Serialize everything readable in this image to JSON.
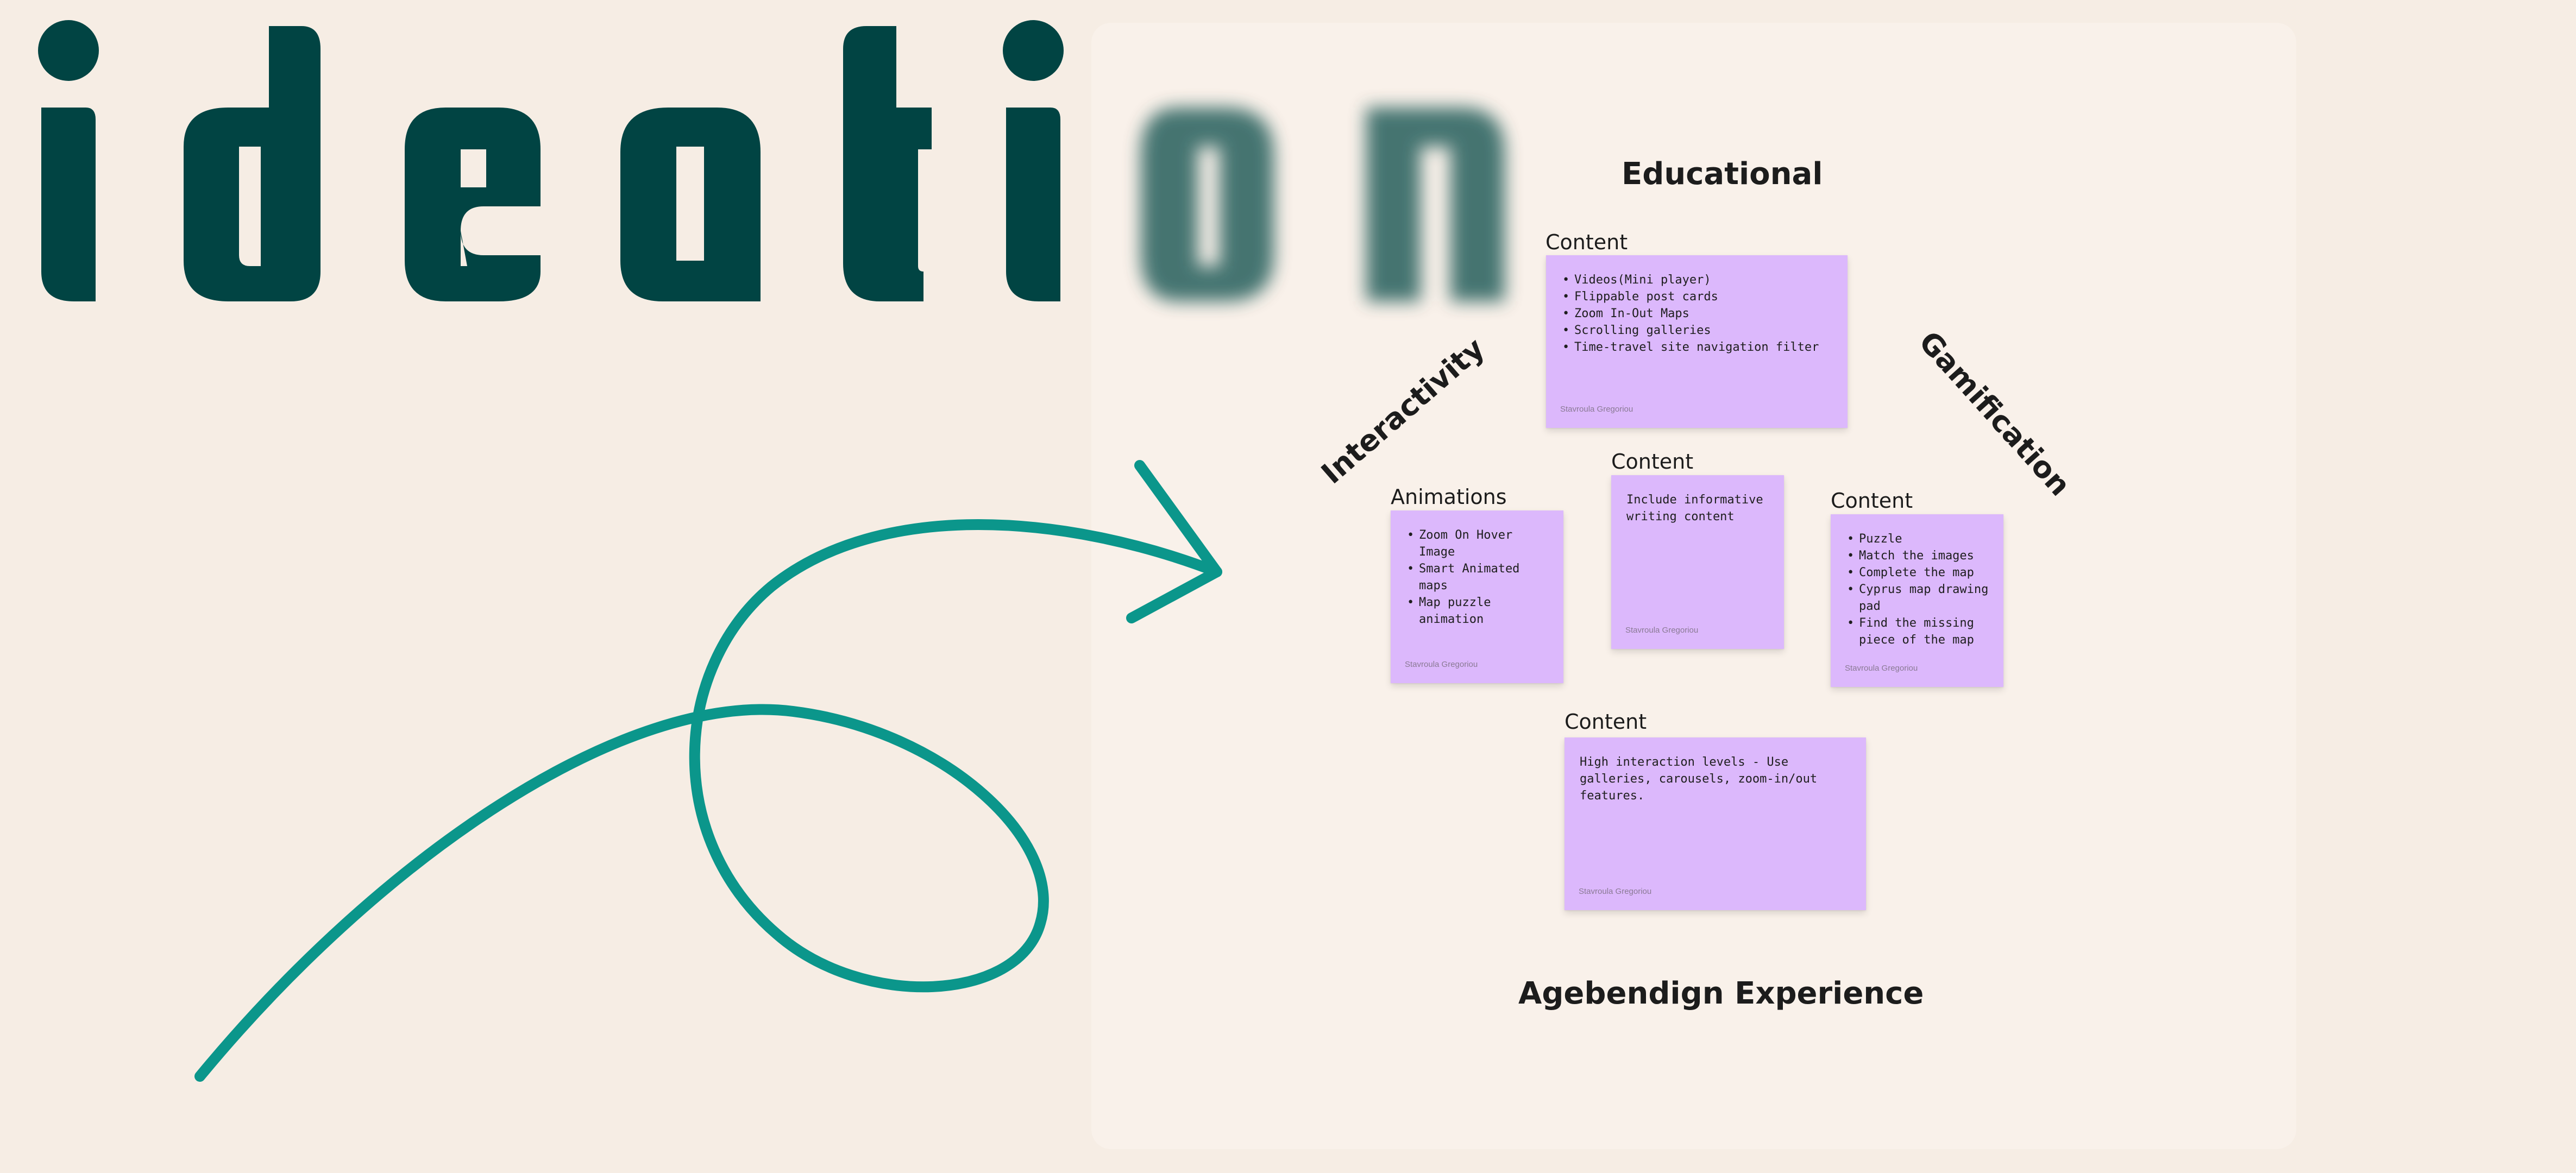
{
  "colors": {
    "page_background": "#f6ede4",
    "board_background": "#f9f1ea",
    "title_letters": "#014443",
    "arrow": "#0b968b",
    "sticky": "#dcb8fc"
  },
  "title": {
    "text": "ideation",
    "letters": [
      "i",
      "d",
      "e",
      "a",
      "t",
      "i",
      "o",
      "n"
    ]
  },
  "headings": {
    "educational": "Educational",
    "interactivity": "Interactivity",
    "gamification": "Gamification",
    "bottom": "Agebendign Experience"
  },
  "stickies": {
    "educational": {
      "label": "Content",
      "items": [
        "Videos(Mini player)",
        "Flippable post cards",
        "Zoom In-Out Maps",
        "Scrolling galleries",
        "Time-travel site navigation filter"
      ],
      "author": "Stavroula Gregoriou"
    },
    "animations": {
      "label": "Animations",
      "items": [
        "Zoom On Hover Image",
        "Smart Animated maps",
        "Map puzzle animation"
      ],
      "author": "Stavroula Gregoriou"
    },
    "center": {
      "label": "Content",
      "text": "Include informative writing content",
      "author": "Stavroula Gregoriou"
    },
    "gamification": {
      "label": "Content",
      "items": [
        "Puzzle",
        "Match the images",
        "Complete the map",
        "Cyprus map drawing pad",
        "Find the missing piece of the map"
      ],
      "author": "Stavroula Gregoriou"
    },
    "bottom": {
      "label": "Content",
      "text": "High interaction levels - Use galleries, carousels, zoom-in/out features.",
      "author": "Stavroula Gregoriou"
    }
  }
}
